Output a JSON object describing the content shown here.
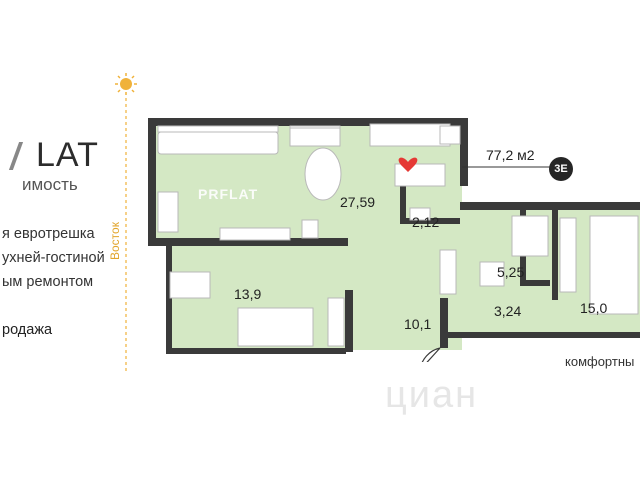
{
  "brand": {
    "title_partial": "LAT",
    "subtitle_partial": "имость"
  },
  "description": {
    "line1": "я евротрешка",
    "line2": "ухней-гостиной",
    "line3": "ым ремонтом"
  },
  "sale_text": "родажа",
  "compass": {
    "direction_label": "Восток",
    "sun_icon": "sun-icon",
    "color": "#f0b23a"
  },
  "plan": {
    "total_area": "77,2 м2",
    "rooms_badge": "3Е",
    "watermark_logo": "PRFLAT",
    "rooms": {
      "kitchen_living": "27,59",
      "bedroom_left": "13,9",
      "bathroom_small": "2,12",
      "bathroom_large": "5,25",
      "hallway": "10,1",
      "corridor": "3,24",
      "bedroom_right": "15,0"
    },
    "colors": {
      "floor": "#d4e8c4",
      "wall": "#3a3a3a",
      "furniture": "#ffffff"
    }
  },
  "footer": {
    "comfort_label": "комфортны",
    "cian_watermark": "циан"
  }
}
